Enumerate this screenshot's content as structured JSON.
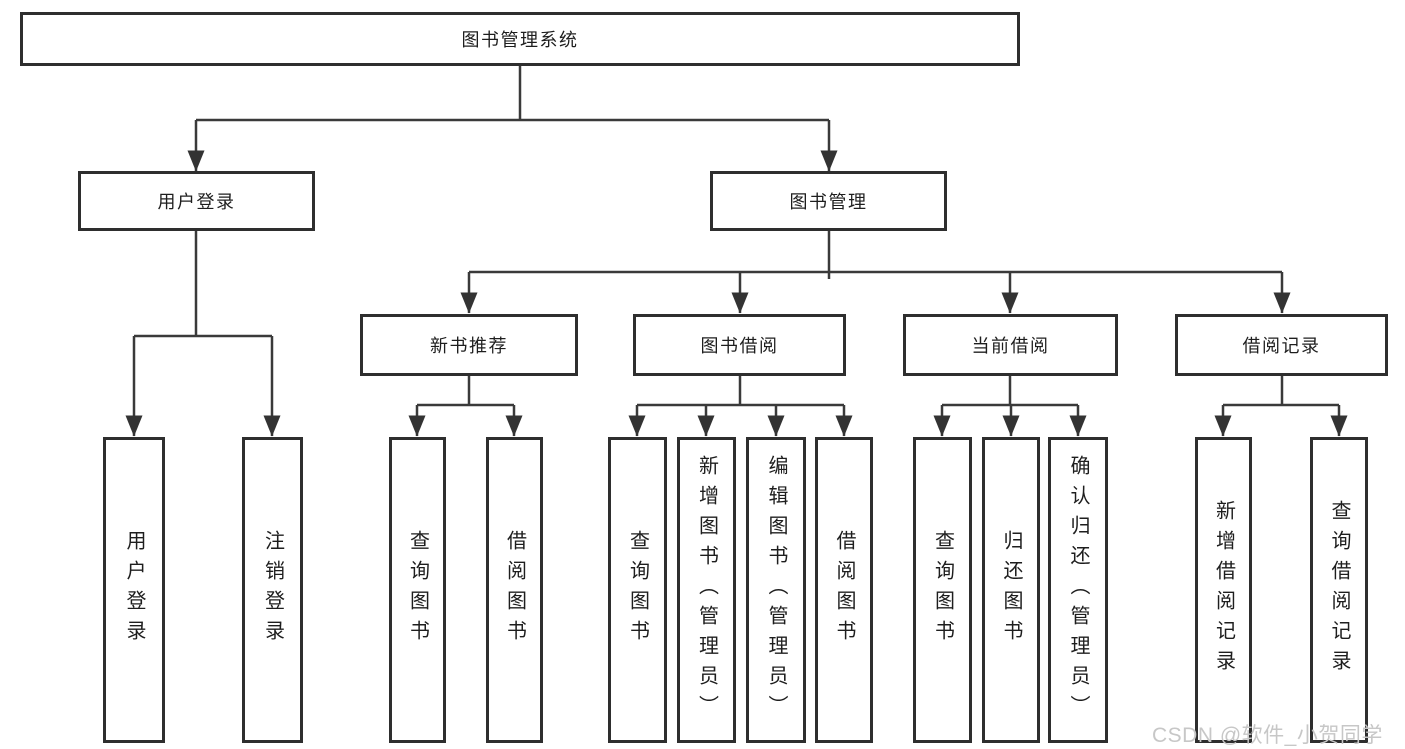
{
  "diagram": {
    "root": {
      "label": "图书管理系统",
      "children": [
        {
          "label": "用户登录",
          "children": [
            {
              "label": "用户登录"
            },
            {
              "label": "注销登录"
            }
          ]
        },
        {
          "label": "图书管理",
          "children": [
            {
              "label": "新书推荐",
              "children": [
                {
                  "label": "查询图书"
                },
                {
                  "label": "借阅图书"
                }
              ]
            },
            {
              "label": "图书借阅",
              "children": [
                {
                  "label": "查询图书"
                },
                {
                  "label": "新增图书（管理员）"
                },
                {
                  "label": "编辑图书（管理员）"
                },
                {
                  "label": "借阅图书"
                }
              ]
            },
            {
              "label": "当前借阅",
              "children": [
                {
                  "label": "查询图书"
                },
                {
                  "label": "归还图书"
                },
                {
                  "label": "确认归还（管理员）"
                }
              ]
            },
            {
              "label": "借阅记录",
              "children": [
                {
                  "label": "新增借阅记录"
                },
                {
                  "label": "查询借阅记录"
                }
              ]
            }
          ]
        }
      ]
    },
    "watermark": "CSDN @软件_小贺同学",
    "colors": {
      "line": "#3a3a3a",
      "box_border": "#2e2e2e",
      "box_fill": "#ffffff",
      "text": "#1e1e1e",
      "watermark": "#c7c7c7"
    }
  }
}
